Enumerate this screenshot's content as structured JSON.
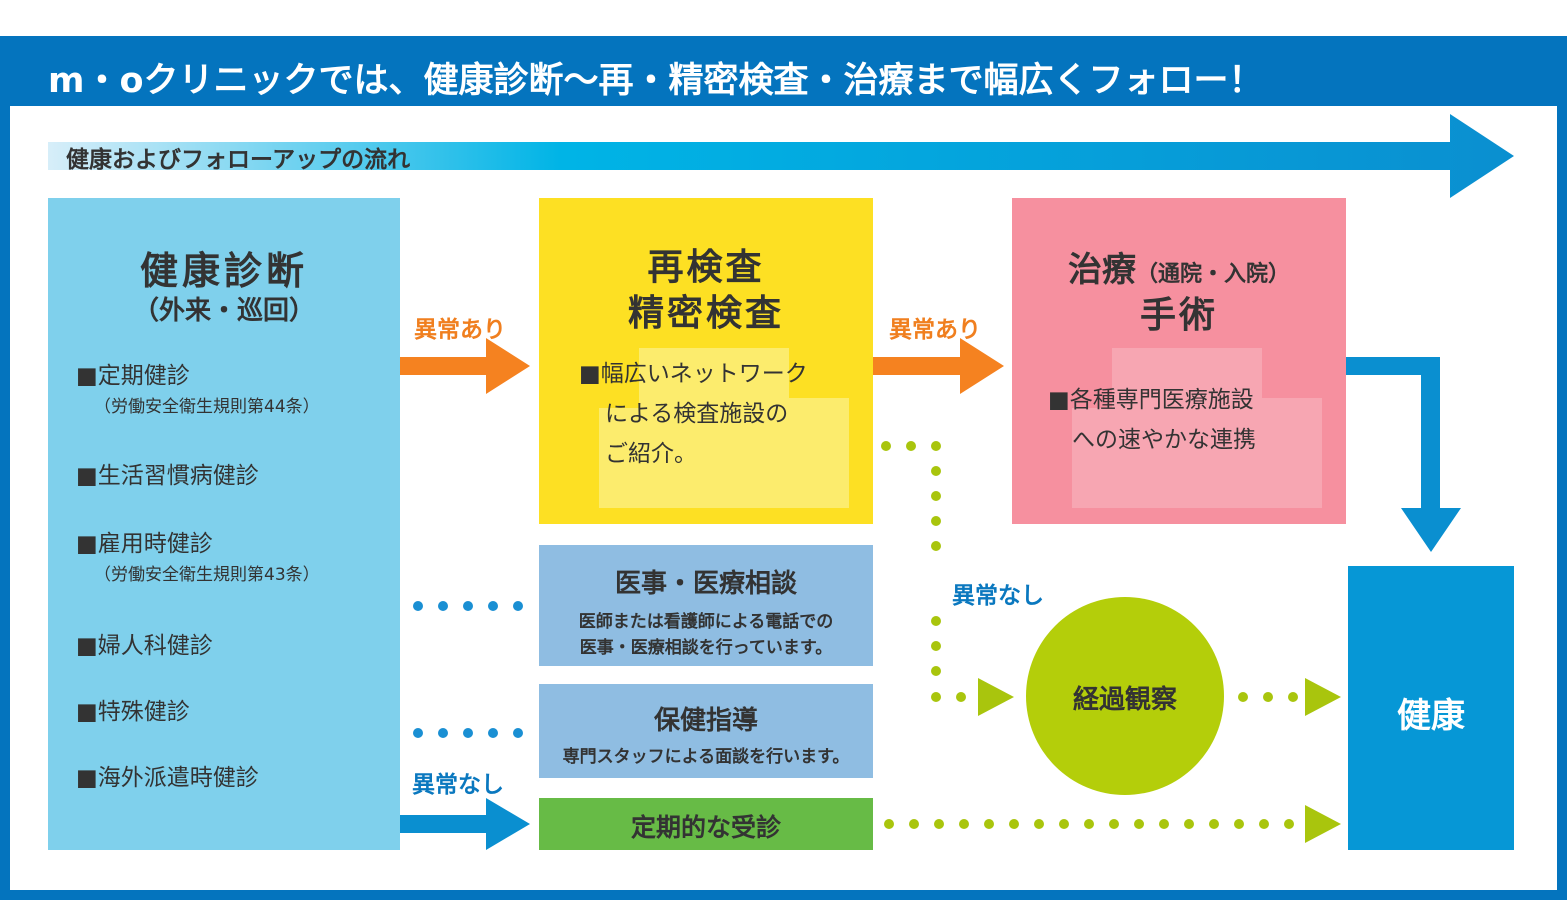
{
  "header": {
    "title": "m・oクリニックでは、健康診断〜再・精密検査・治療まで幅広くフォロー！",
    "flow_label": "健康およびフォローアップの流れ"
  },
  "colors": {
    "frame": "#0474be",
    "kenshin": "#7fd0ec",
    "saikensa": "#fde023",
    "chiryo": "#f6909f",
    "soudan": "#8fbde2",
    "teiki": "#67bb46",
    "kenko": "#0697d6",
    "keika": "#b4ce0a",
    "arrow_orange": "#f58220",
    "arrow_blue": "#0a8fd0",
    "dot_green": "#a9c50d",
    "dot_blue": "#1a8fd3"
  },
  "kenshin": {
    "title": "健康診断",
    "subtitle": "（外来・巡回）",
    "items": [
      {
        "label": "■定期健診",
        "note": "（労働安全衛生規則第44条）"
      },
      {
        "label": "■生活習慣病健診",
        "note": ""
      },
      {
        "label": "■雇用時健診",
        "note": "（労働安全衛生規則第43条）"
      },
      {
        "label": "■婦人科健診",
        "note": ""
      },
      {
        "label": "■特殊健診",
        "note": ""
      },
      {
        "label": "■海外派遣時健診",
        "note": ""
      }
    ]
  },
  "saikensa": {
    "title_line1": "再検査",
    "title_line2": "精密検査",
    "body_line1": "■幅広いネットワーク",
    "body_line2": "による検査施設の",
    "body_line3": "ご紹介。"
  },
  "chiryo": {
    "title_line1": "治療",
    "title_paren": "（通院・入院）",
    "title_line2": "手術",
    "body_line1": "■各種専門医療施設",
    "body_line2": "への速やかな連携"
  },
  "soudan": {
    "title": "医事・医療相談",
    "body_line1": "医師または看護師による電話での",
    "body_line2": "医事・医療相談を行っています。"
  },
  "shido": {
    "title": "保健指導",
    "body": "専門スタッフによる面談を行います。"
  },
  "teiki": {
    "title": "定期的な受診"
  },
  "keika": {
    "title": "経過観察"
  },
  "kenko": {
    "title": "健康"
  },
  "labels": {
    "ijou_ari_1": "異常あり",
    "ijou_ari_2": "異常あり",
    "ijou_nashi_1": "異常なし",
    "ijou_nashi_2": "異常なし"
  }
}
